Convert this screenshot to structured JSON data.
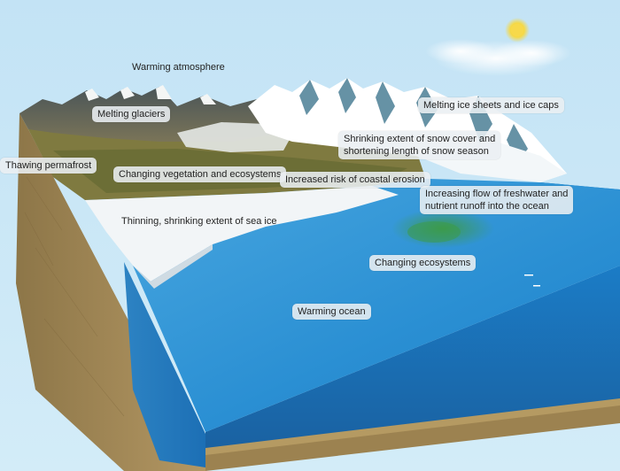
{
  "diagram": {
    "title": "",
    "colors": {
      "sky": "#c7e6f6",
      "ocean": "#1f84cc",
      "ocean_deep": "#1569ad",
      "soil": "#a88a55",
      "sea_ice": "#f2f5f7",
      "mountain": "#5e6b6f",
      "snow": "#ffffff",
      "vegetation": "#7c7a3c",
      "algae": "#3a9a4a",
      "sun": "#f7d94a"
    },
    "labels": {
      "warming_atmosphere": "Warming atmosphere",
      "melting_glaciers": "Melting glaciers",
      "melting_ice_sheets": "Melting ice sheets and ice caps",
      "snow_cover_line1": "Shrinking extent of snow cover and",
      "snow_cover_line2": "shortening length of snow season",
      "thawing_permafrost": "Thawing permafrost",
      "changing_vegetation": "Changing vegetation and ecosystems",
      "coastal_erosion": "Increased risk of coastal erosion",
      "freshwater_line1": "Increasing flow of freshwater and",
      "freshwater_line2": "nutrient runoff into the ocean",
      "sea_ice": "Thinning, shrinking extent of sea ice",
      "changing_ecosystems": "Changing ecosystems",
      "warming_ocean": "Warming ocean"
    }
  }
}
